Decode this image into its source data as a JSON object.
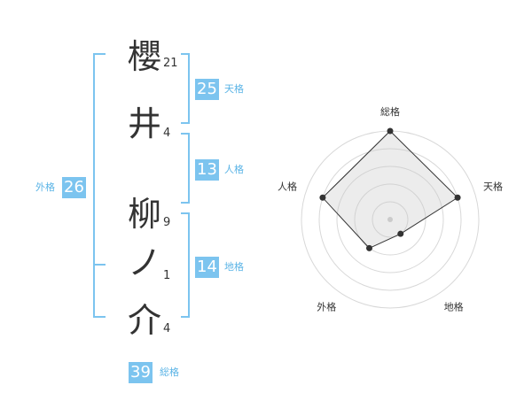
{
  "name": {
    "characters": [
      {
        "char": "櫻",
        "strokes": "21"
      },
      {
        "char": "井",
        "strokes": "4"
      },
      {
        "char": "柳",
        "strokes": "9"
      },
      {
        "char": "ノ",
        "strokes": "1"
      },
      {
        "char": "介",
        "strokes": "4"
      }
    ]
  },
  "fortunes": {
    "tenkaku": {
      "value": "25",
      "label": "天格"
    },
    "jinkaku": {
      "value": "13",
      "label": "人格"
    },
    "chikaku": {
      "value": "14",
      "label": "地格"
    },
    "gaikaku": {
      "value": "26",
      "label": "外格"
    },
    "soukaku": {
      "value": "39",
      "label": "総格"
    }
  },
  "colors": {
    "accent": "#7cc4ef",
    "label": "#5bb4e6",
    "text": "#333333"
  },
  "chart_data": {
    "type": "radar",
    "axes": [
      "総格",
      "天格",
      "地格",
      "外格",
      "人格"
    ],
    "values": [
      5,
      4,
      1,
      2,
      4
    ],
    "rlim": [
      0,
      5
    ],
    "rings": 5
  }
}
